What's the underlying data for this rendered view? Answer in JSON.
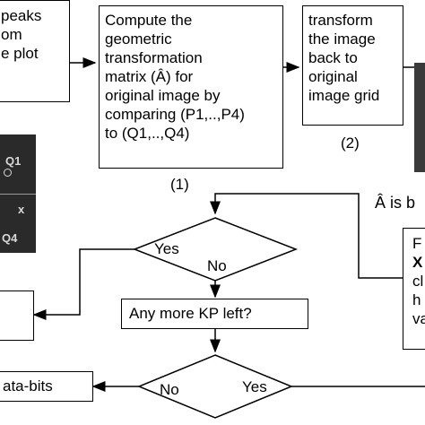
{
  "boxes": {
    "peaks_lines": [
      "peaks",
      "om",
      "e plot"
    ],
    "compute_lines": [
      "Compute the",
      "geometric",
      "transformation",
      "matrix (Â) for",
      "original image by",
      "comparing (P1,..,P4)",
      "to (Q1,..,Q4)"
    ],
    "compute_step": "(1)",
    "transform_lines": [
      "transform",
      "the image",
      "back to",
      "original",
      "image grid"
    ],
    "transform_step": "(2)",
    "a_hat_label": "Â is b",
    "right_box_lines": [
      "F",
      "X",
      "cl",
      "h",
      "va"
    ],
    "kp_question": "Any more KP left?",
    "data_bits_label": "ata-bits"
  },
  "decisions": {
    "upper": {
      "yes": "Yes",
      "no": "No"
    },
    "lower": {
      "yes": "Yes",
      "no": "No"
    }
  },
  "photo_labels": {
    "q1": "Q1",
    "x": "x",
    "q4": "Q4"
  },
  "colors": {
    "line": "#000000",
    "background": "#ffffff",
    "photo": "#2a2a2a"
  }
}
